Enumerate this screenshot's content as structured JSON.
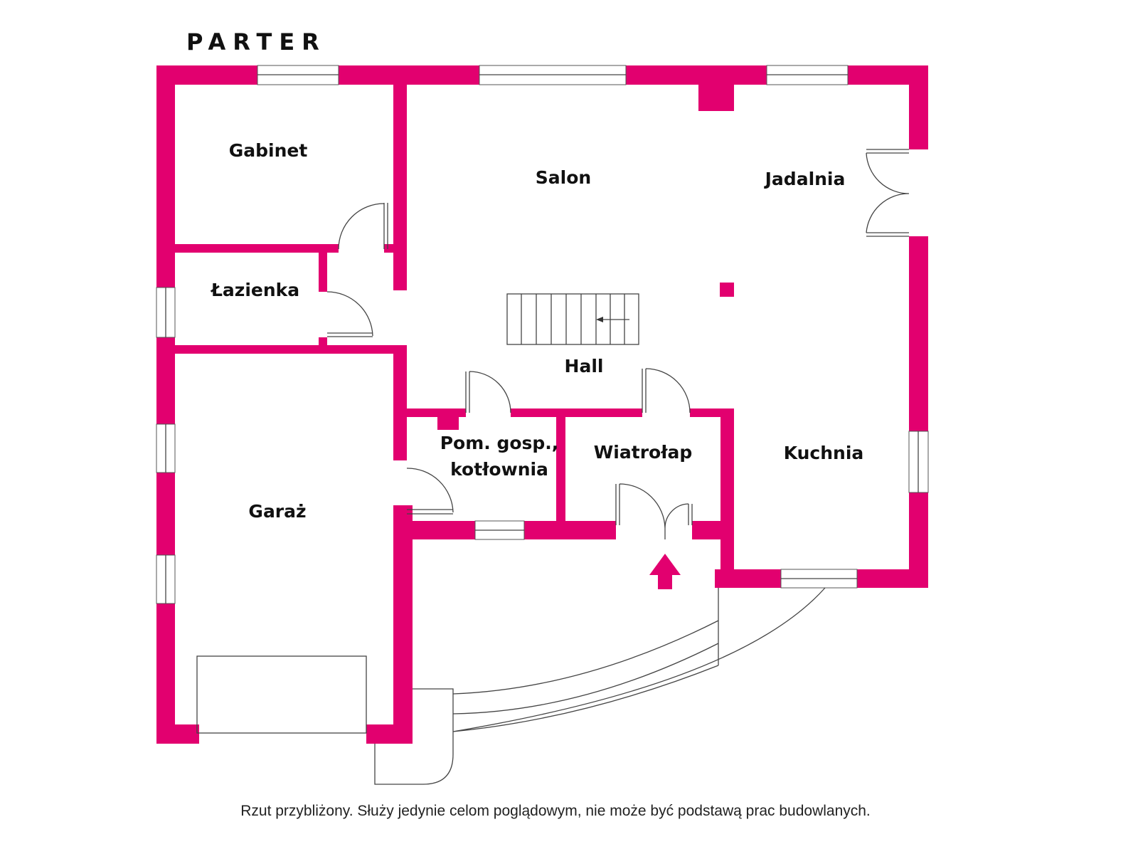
{
  "title": "PARTER",
  "rooms": {
    "gabinet": "Gabinet",
    "salon": "Salon",
    "jadalnia": "Jadalnia",
    "lazienka": "Łazienka",
    "hall": "Hall",
    "pom_gosp_line1": "Pom. gosp.,",
    "pom_gosp_line2": "kotłownia",
    "wiatrolap": "Wiatrołap",
    "kuchnia": "Kuchnia",
    "garaz": "Garaż"
  },
  "footnote": "Rzut przybliżony. Służy jedynie celom poglądowym, nie może być podstawą prac budowlanych.",
  "colors": {
    "wall": "#E2006F"
  }
}
